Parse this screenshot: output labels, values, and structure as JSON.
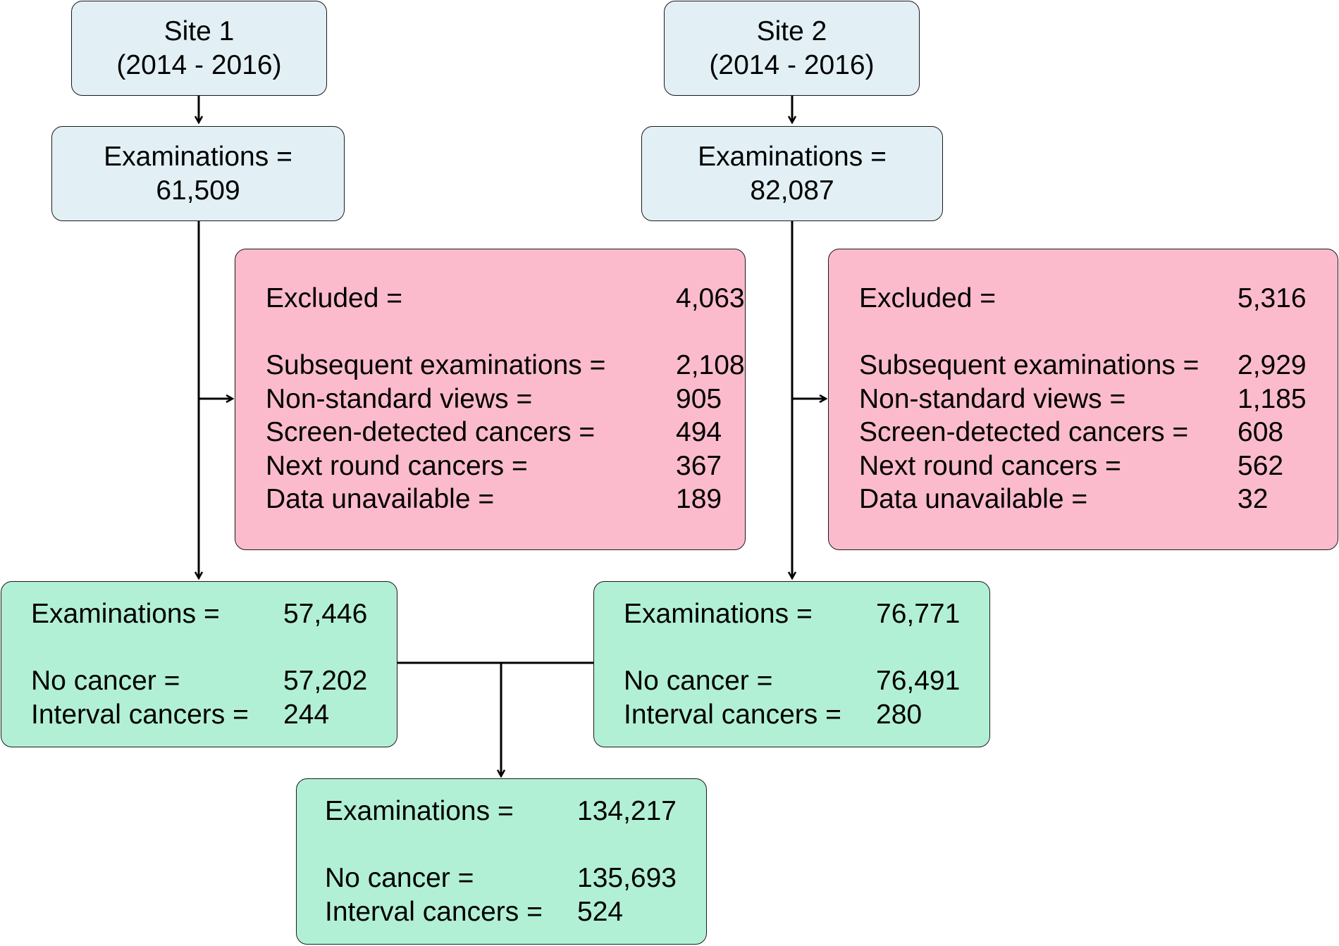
{
  "site1": {
    "header_line1": "Site 1",
    "header_line2": "(2014 - 2016)",
    "exams_label": "Examinations =",
    "exams_value": "61,509",
    "excluded": {
      "rows": [
        {
          "label": "Excluded =",
          "value": "4,063"
        },
        {
          "label": "Subsequent examinations =",
          "value": "2,108"
        },
        {
          "label": "Non-standard views =",
          "value": "905"
        },
        {
          "label": "Screen-detected cancers =",
          "value": "494"
        },
        {
          "label": "Next round cancers =",
          "value": "367"
        },
        {
          "label": "Data unavailable =",
          "value": "189"
        }
      ]
    },
    "result": {
      "rows": [
        {
          "label": "Examinations =",
          "value": "57,446"
        },
        {
          "label": "No cancer =",
          "value": "57,202"
        },
        {
          "label": "Interval cancers =",
          "value": "244"
        }
      ]
    }
  },
  "site2": {
    "header_line1": "Site 2",
    "header_line2": "(2014 - 2016)",
    "exams_label": "Examinations =",
    "exams_value": "82,087",
    "excluded": {
      "rows": [
        {
          "label": "Excluded =",
          "value": "5,316"
        },
        {
          "label": "Subsequent examinations =",
          "value": "2,929"
        },
        {
          "label": "Non-standard views =",
          "value": "1,185"
        },
        {
          "label": "Screen-detected cancers =",
          "value": "608"
        },
        {
          "label": "Next round cancers =",
          "value": "562"
        },
        {
          "label": "Data unavailable =",
          "value": "32"
        }
      ]
    },
    "result": {
      "rows": [
        {
          "label": "Examinations =",
          "value": "76,771"
        },
        {
          "label": "No cancer =",
          "value": "76,491"
        },
        {
          "label": "Interval cancers =",
          "value": "280"
        }
      ]
    }
  },
  "combined": {
    "rows": [
      {
        "label": "Examinations =",
        "value": "134,217"
      },
      {
        "label": "No cancer =",
        "value": "135,693"
      },
      {
        "label": "Interval cancers =",
        "value": "524"
      }
    ]
  },
  "colors": {
    "header": "#e2f0f6",
    "excluded": "#fbbbcd",
    "result": "#b2f0d6"
  }
}
